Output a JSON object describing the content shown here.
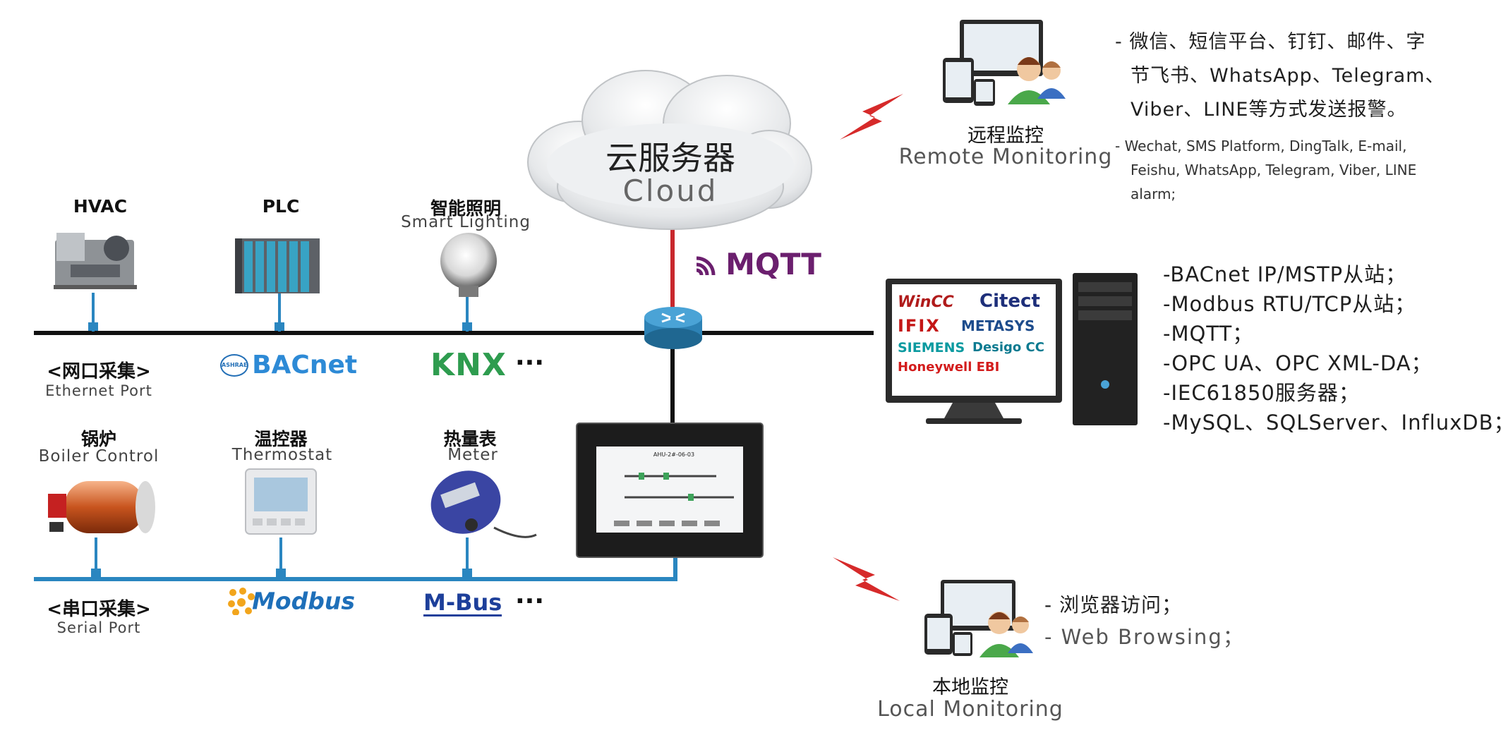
{
  "cloud": {
    "zh": "云服务器",
    "en": "Cloud"
  },
  "mqtt_label": "MQTT",
  "devices_top": [
    {
      "zh": "HVAC"
    },
    {
      "zh": "PLC"
    },
    {
      "zh": "智能照明",
      "en": "Smart Lighting"
    }
  ],
  "ethernet": {
    "zh": "<网口采集>",
    "en": "Ethernet Port"
  },
  "protocols_top": [
    "BACnet",
    "KNX",
    "···"
  ],
  "devices_bottom": [
    {
      "zh": "锅炉",
      "en": "Boiler Control"
    },
    {
      "zh": "温控器",
      "en": "Thermostat"
    },
    {
      "zh": "热量表",
      "en": "Meter"
    }
  ],
  "serial": {
    "zh": "<串口采集>",
    "en": "Serial Port"
  },
  "protocols_bottom": [
    "Modbus",
    "M-Bus",
    "···"
  ],
  "remote": {
    "zh": "远程监控",
    "en": "Remote Monitoring",
    "alarm_zh": [
      "- 微信、短信平台、钉钉、邮件、字",
      "节飞书、WhatsApp、Telegram、",
      "Viber、LINE等方式发送报警。"
    ],
    "alarm_en": [
      "- Wechat, SMS Platform, DingTalk, E-mail,",
      "Feishu, WhatsApp, Telegram, Viber,  LINE",
      "alarm;"
    ]
  },
  "scada": {
    "brands": [
      "WinCC",
      "Citect",
      "IFIX",
      "METASYS",
      "SIEMENS",
      "Desigo CC",
      "Honeywell EBI"
    ],
    "list": [
      "-BACnet IP/MSTP从站；",
      "-Modbus RTU/TCP从站；",
      "-MQTT；",
      "-OPC UA、OPC XML-DA；",
      "-IEC61850服务器；",
      "-MySQL、SQLServer、InfluxDB；"
    ]
  },
  "local": {
    "zh": "本地监控",
    "en": "Local Monitoring",
    "items": [
      "- 浏览器访问；",
      "- Web Browsing；"
    ]
  },
  "hmi_title": "AHU-2#-06-03",
  "colors": {
    "ethernet_bus": "#111111",
    "serial_bus": "#2a86c0",
    "mqtt_link": "#c8282d",
    "mqtt_brand": "#6b1f6e",
    "bolt": "#d62a2a"
  }
}
